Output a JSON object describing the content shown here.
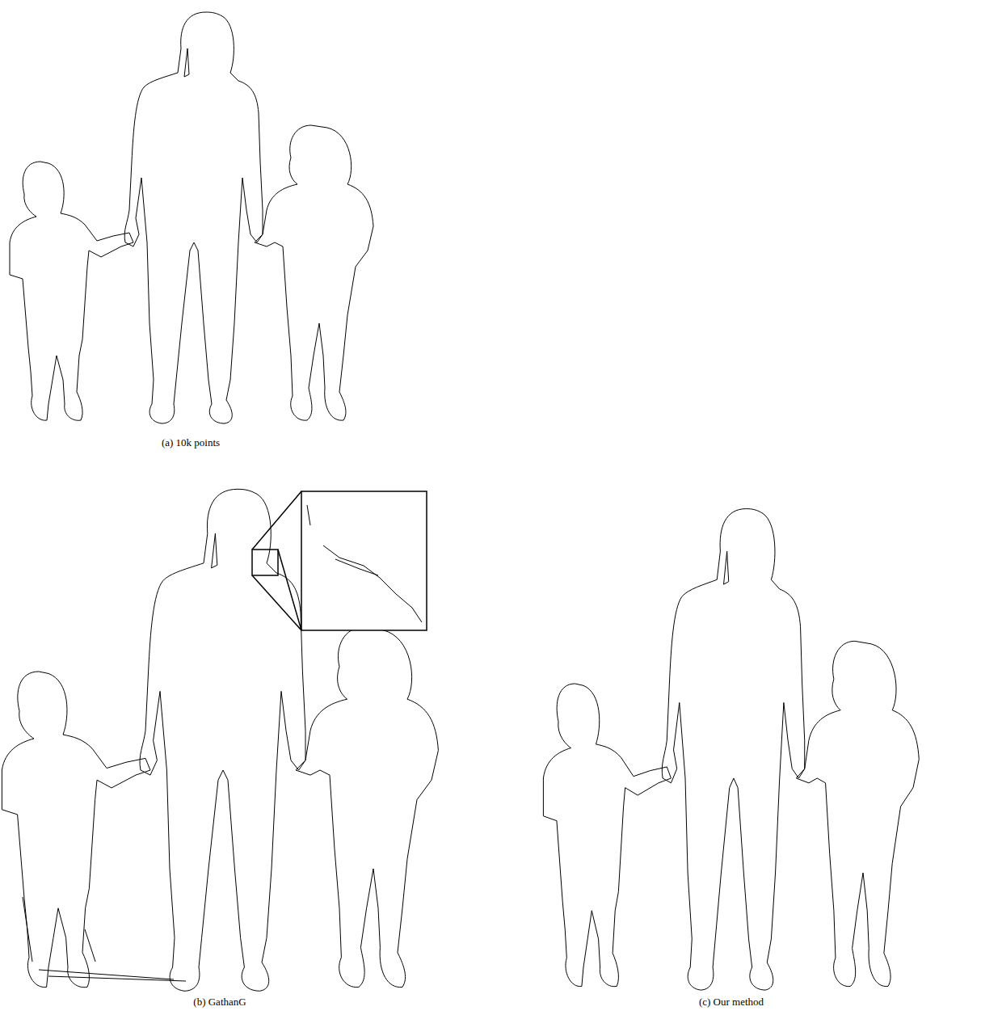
{
  "diagram": {
    "labels": [
      "(a) 10k points",
      "(b) GathanG",
      "(c) Our method"
    ]
  }
}
